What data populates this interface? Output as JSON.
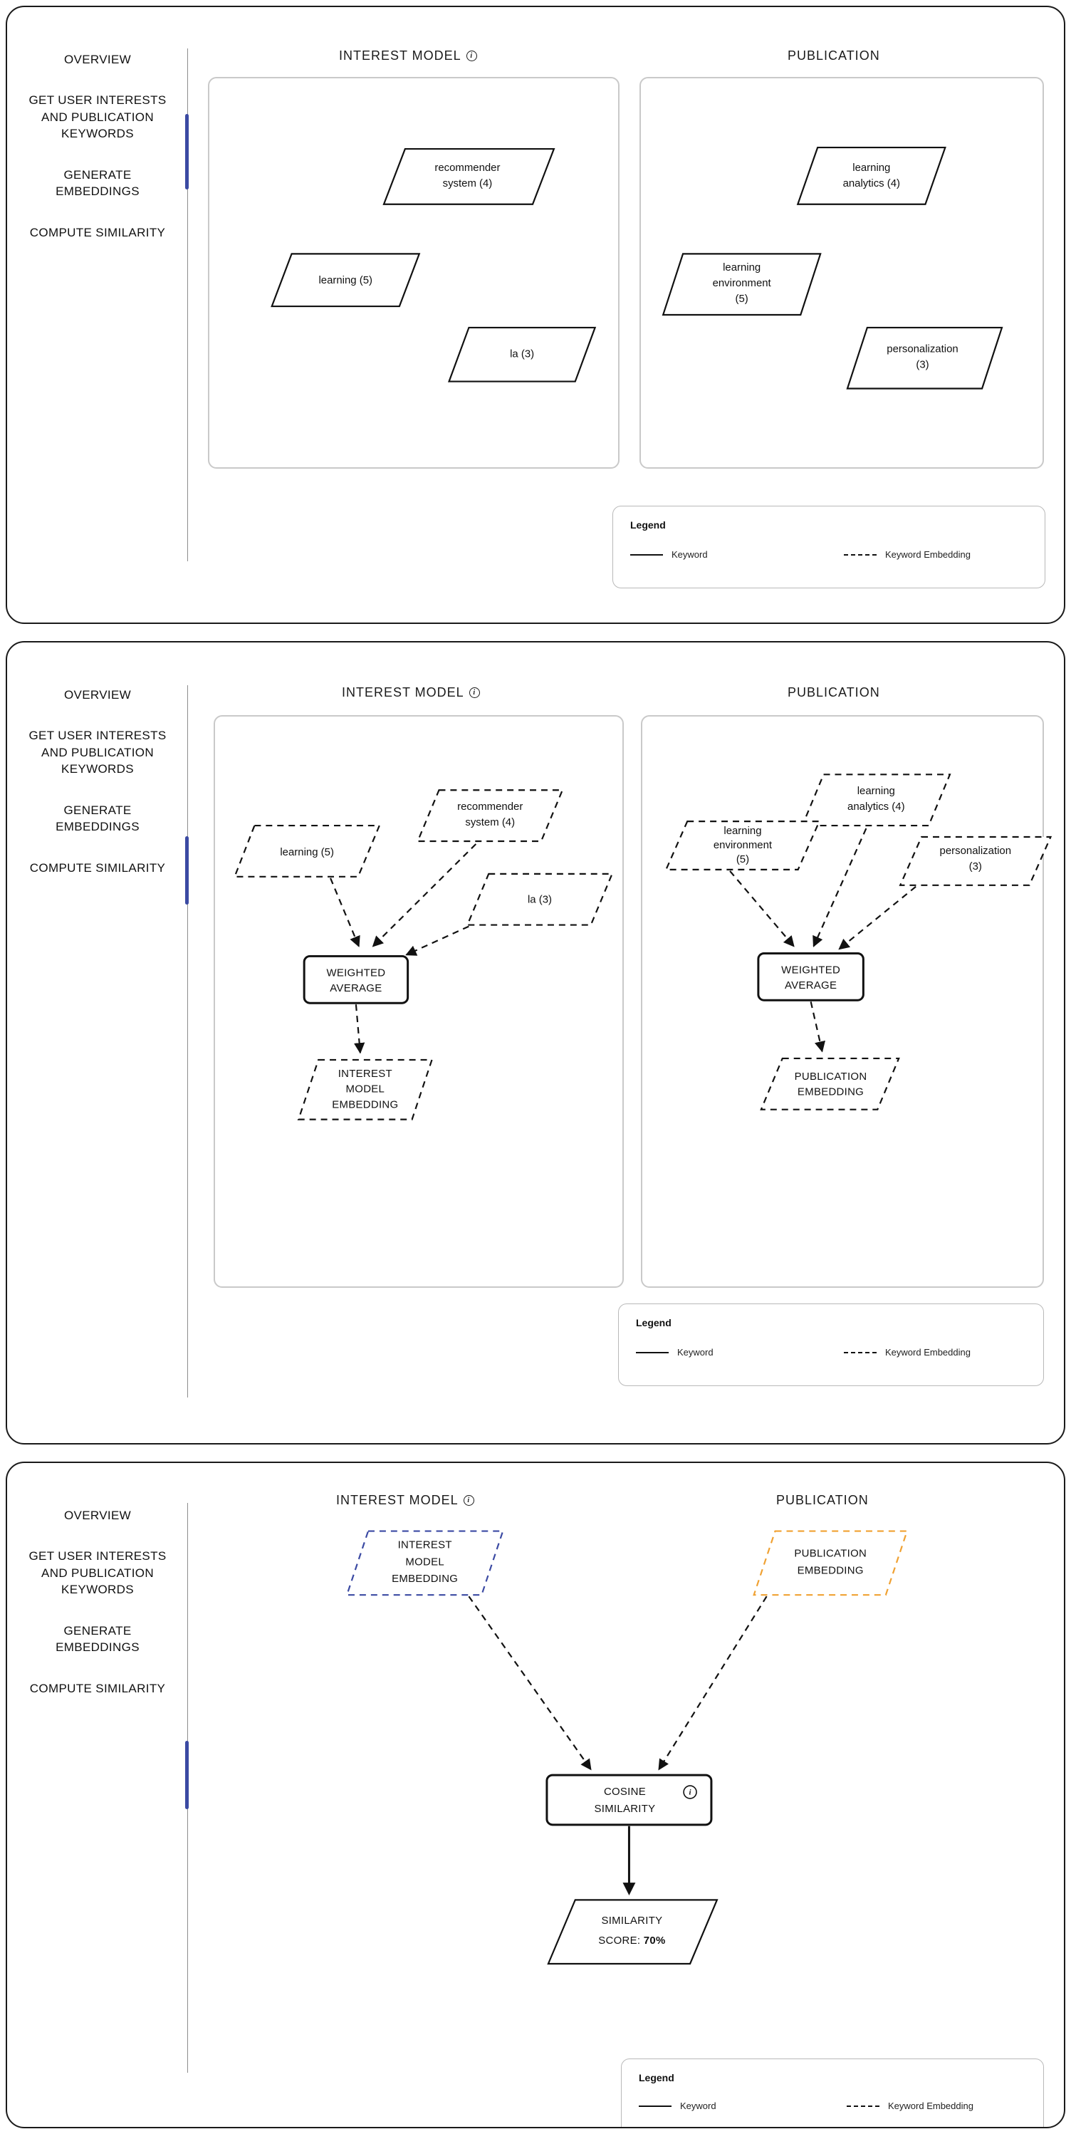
{
  "colors": {
    "accent_blue": "#3b4aa3",
    "accent_orange": "#f0a132",
    "panel_border": "#c9c9c9",
    "card_border": "#1a1a1a",
    "text": "#111111"
  },
  "nav": {
    "items": [
      {
        "label": "OVERVIEW"
      },
      {
        "label": "GET USER INTERESTS AND PUBLICATION KEYWORDS"
      },
      {
        "label": "GENERATE EMBEDDINGS"
      },
      {
        "label": "COMPUTE SIMILARITY"
      }
    ]
  },
  "headers": {
    "interest_model": "INTEREST MODEL",
    "publication": "PUBLICATION",
    "info_glyph": "i",
    "info_icon_name": "info-icon"
  },
  "legend": {
    "title": "Legend",
    "keyword_label": "Keyword",
    "keyword_embedding_label": "Keyword Embedding"
  },
  "cards": [
    {
      "id": "card-1",
      "active_step_index": 1,
      "interest_keywords": [
        {
          "label": "recommender system (4)",
          "lines": [
            "recommender",
            "system (4)"
          ],
          "weight": 4
        },
        {
          "label": "learning (5)",
          "lines": [
            "learning (5)"
          ],
          "weight": 5
        },
        {
          "label": "la (3)",
          "lines": [
            "la (3)"
          ],
          "weight": 3
        }
      ],
      "publication_keywords": [
        {
          "label": "learning analytics (4)",
          "lines": [
            "learning",
            "analytics (4)"
          ],
          "weight": 4
        },
        {
          "label": "learning environment (5)",
          "lines": [
            "learning",
            "environment",
            "(5)"
          ],
          "weight": 5
        },
        {
          "label": "personalization (3)",
          "lines": [
            "personalization",
            "(3)"
          ],
          "weight": 3
        }
      ]
    },
    {
      "id": "card-2",
      "active_step_index": 2,
      "interest_keywords": [
        {
          "label": "recommender system (4)",
          "lines": [
            "recommender",
            "system (4)"
          ],
          "weight": 4
        },
        {
          "label": "learning (5)",
          "lines": [
            "learning (5)"
          ],
          "weight": 5
        },
        {
          "label": "la (3)",
          "lines": [
            "la (3)"
          ],
          "weight": 3
        }
      ],
      "publication_keywords": [
        {
          "label": "learning analytics (4)",
          "lines": [
            "learning",
            "analytics (4)"
          ],
          "weight": 4
        },
        {
          "label": "learning environment (5)",
          "lines": [
            "learning",
            "environment",
            "(5)"
          ],
          "weight": 5
        },
        {
          "label": "personalization (3)",
          "lines": [
            "personalization",
            "(3)"
          ],
          "weight": 3
        }
      ],
      "process_label": "WEIGHTED AVERAGE",
      "process_lines": [
        "WEIGHTED",
        "AVERAGE"
      ],
      "interest_output_lines": [
        "INTEREST",
        "MODEL",
        "EMBEDDING"
      ],
      "publication_output_lines": [
        "PUBLICATION",
        "EMBEDDING"
      ]
    },
    {
      "id": "card-3",
      "active_step_index": 3,
      "interest_embedding_lines": [
        "INTEREST",
        "MODEL",
        "EMBEDDING"
      ],
      "publication_embedding_lines": [
        "PUBLICATION",
        "EMBEDDING"
      ],
      "process_lines": [
        "COSINE",
        "SIMILARITY"
      ],
      "result_line_1": "SIMILARITY",
      "result_prefix": "SCORE: ",
      "result_value": "70%"
    }
  ]
}
